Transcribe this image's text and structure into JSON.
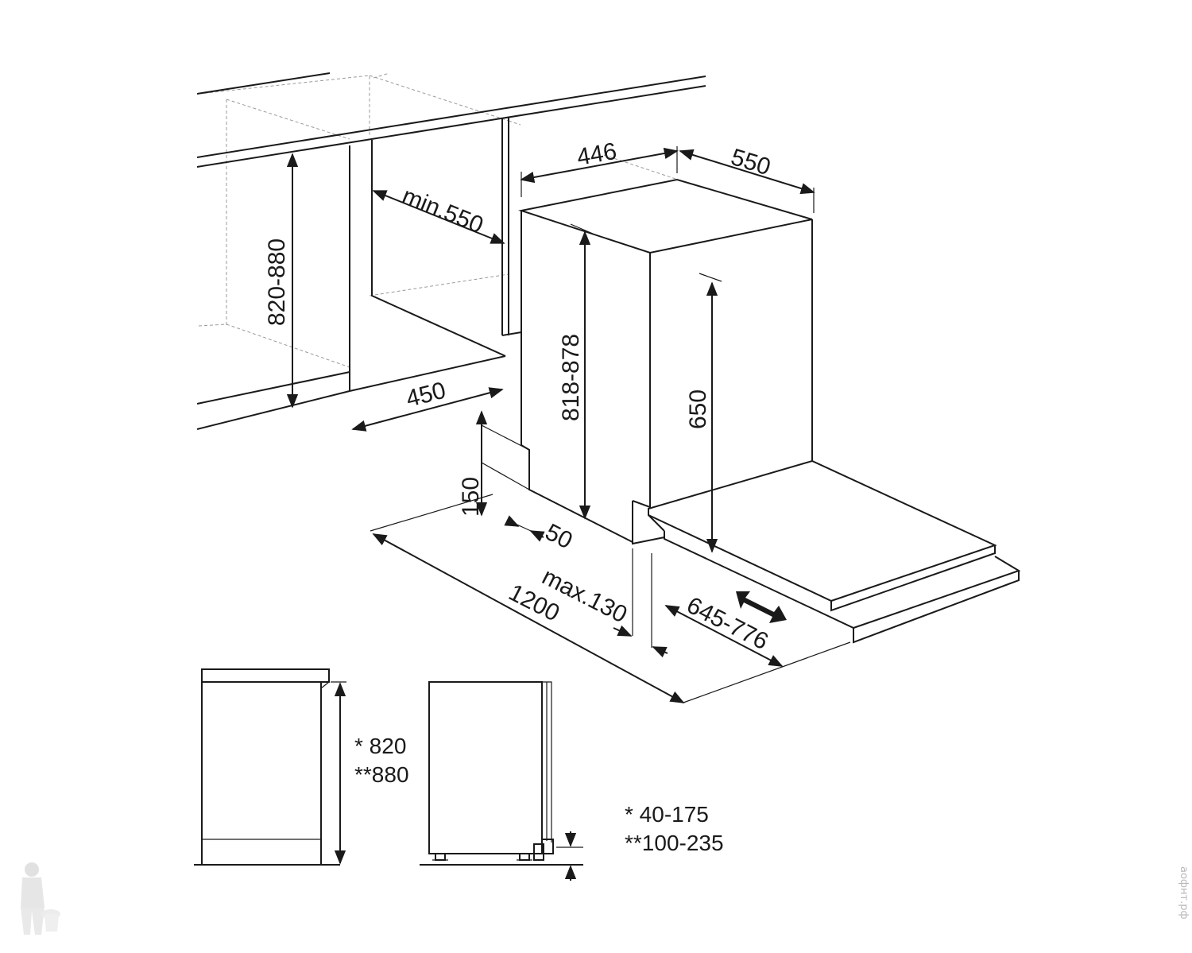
{
  "dimensions": {
    "d446": "446",
    "d550": "550",
    "min550": "min.550",
    "h820_880": "820-880",
    "h818_878": "818-878",
    "d650": "650",
    "d450": "450",
    "d150": "150",
    "d50": "50",
    "max130": "max.130",
    "d1200": "1200",
    "d645_776": "645-776"
  },
  "notes": {
    "h820": "* 820",
    "h880": "**880",
    "r40_175": "*  40-175",
    "r100_235": "**100-235"
  },
  "watermark": "аофнт.рф"
}
